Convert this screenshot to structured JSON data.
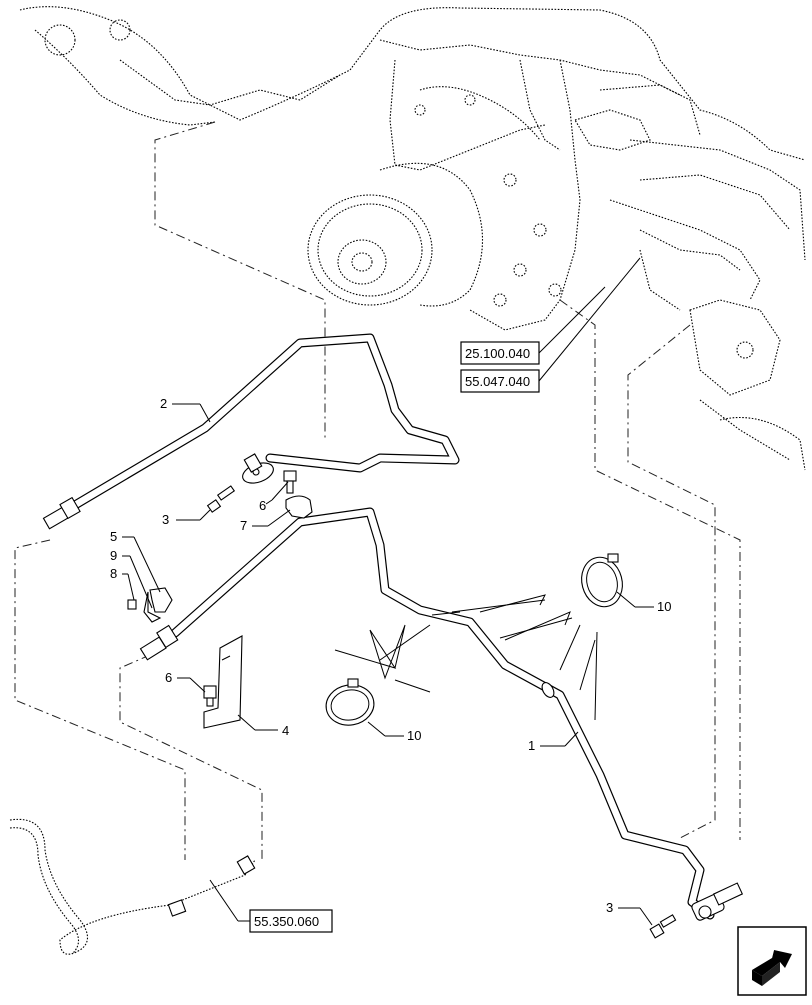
{
  "diagram": {
    "references": [
      "25.100.040",
      "55.047.040",
      "55.350.060"
    ],
    "callouts": [
      "1",
      "2",
      "3",
      "3",
      "4",
      "5",
      "6",
      "6",
      "7",
      "8",
      "9",
      "10",
      "10"
    ]
  },
  "nav": {
    "icon": "next-page-arrow-icon"
  }
}
